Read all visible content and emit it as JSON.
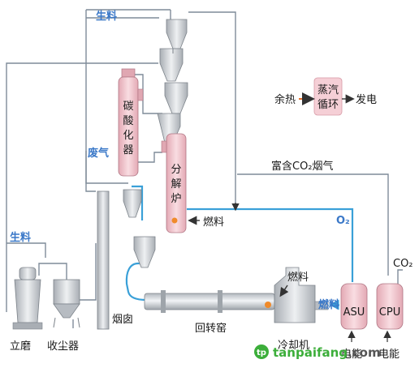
{
  "labels": {
    "raw_meal_top": "生料",
    "waste_gas": "废气",
    "raw_meal_left": "生料",
    "carbonator": [
      "碳",
      "酸",
      "化",
      "器"
    ],
    "calciner": [
      "分",
      "解",
      "炉"
    ],
    "fuel_calciner": "燃料",
    "fuel_kiln": "燃料",
    "fuel_cooler": "燃料",
    "waste_heat": "余热",
    "steam_cycle": [
      "蒸汽",
      "循环"
    ],
    "power_gen": "发电",
    "co2_rich_gas": "富含CO₂烟气",
    "o2": "O₂",
    "co2_out": "CO₂",
    "asu": "ASU",
    "cpu": "CPU",
    "electricity_1": "电能",
    "electricity_2": "电能",
    "chimney": "烟囱",
    "rotary_kiln": "回转窑",
    "cooler": "冷却机",
    "vertical_mill": "立磨",
    "dust_collector": "收尘器"
  },
  "watermark": {
    "prefix": "tanpaifang",
    "suffix": ".com"
  },
  "colors": {
    "blue_line": "#3aa0d8",
    "gray_line": "#7f8c99",
    "dark_line": "#444444",
    "pink": "#f3c9cf",
    "pink_dark": "#e0a7b2",
    "equipment_gray": "#c9cdd2",
    "arrow_orange": "#e8702a",
    "watermark_green": "#3cae3a"
  }
}
